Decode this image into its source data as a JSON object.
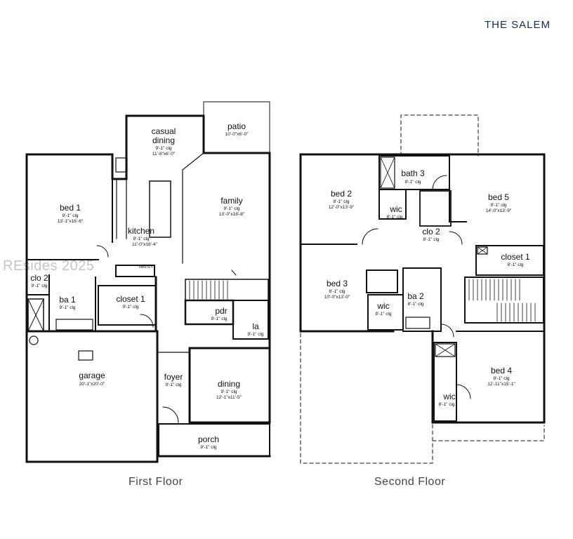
{
  "title": "THE SALEM",
  "watermark": "REsides 2025",
  "floors": [
    {
      "label": "First Floor"
    },
    {
      "label": "Second Floor"
    }
  ],
  "first_floor": {
    "pantry": "PANTRY",
    "rooms": [
      {
        "name": "casual",
        "name2": "dining",
        "d1": "9'-1\" clg",
        "d2": "11'-8\"x6'-0\""
      },
      {
        "name": "patio",
        "d1": "10'-0\"x6'-0\""
      },
      {
        "name": "family",
        "d1": "9'-1\" clg",
        "d2": "13'-0\"x18'-8\""
      },
      {
        "name": "bed 1",
        "d1": "9'-1\" clg",
        "d2": "13'-1\"x16'-6\""
      },
      {
        "name": "kitchen",
        "d1": "9'-1\" clg",
        "d2": "11'-0\"x16'-4\""
      },
      {
        "name": "clo 2",
        "d1": "9'-1\" clg"
      },
      {
        "name": "ba 1",
        "d1": "9'-1\" clg"
      },
      {
        "name": "closet 1",
        "d1": "9'-1\" clg"
      },
      {
        "name": "pdr",
        "d1": "9'-1\" clg"
      },
      {
        "name": "la",
        "d1": "9'-1\" clg"
      },
      {
        "name": "garage",
        "d1": "20'-1\"x20'-0\""
      },
      {
        "name": "foyer",
        "d1": "9'-1\" clg"
      },
      {
        "name": "dining",
        "d1": "9'-1\" clg",
        "d2": "12'-1\"x11'-5\""
      },
      {
        "name": "porch",
        "d1": "9'-1\" clg"
      }
    ]
  },
  "second_floor": {
    "rooms": [
      {
        "name": "bath 3",
        "d1": "8'-1\" clg"
      },
      {
        "name": "bed 2",
        "d1": "8'-1\" clg",
        "d2": "12'-0\"x13'-9\""
      },
      {
        "name": "wic",
        "d1": "8'-1\" clg"
      },
      {
        "name": "bed 5",
        "d1": "8'-1\" clg",
        "d2": "14'-0\"x13'-9\""
      },
      {
        "name": "clo 2",
        "d1": "8'-1\" clg"
      },
      {
        "name": "closet 1",
        "d1": "8'-1\" clg"
      },
      {
        "name": "bed 3",
        "d1": "8'-1\" clg",
        "d2": "10'-0\"x13'-0\""
      },
      {
        "name": "ba 2",
        "d1": "8'-1\" clg"
      },
      {
        "name": "wic",
        "d1": "8'-1\" clg"
      },
      {
        "name": "bed 4",
        "d1": "8'-1\" clg",
        "d2": "12'-11\"x15'-1\""
      },
      {
        "name": "wic",
        "d1": "8'-1\" clg"
      }
    ]
  }
}
